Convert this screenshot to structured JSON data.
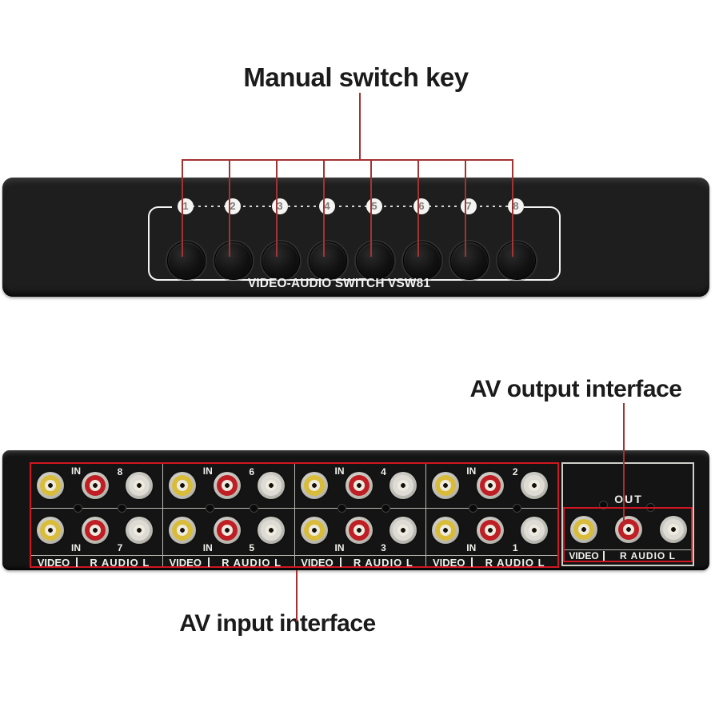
{
  "annotations": {
    "title": "Manual switch key",
    "output_label": "AV output interface",
    "input_label": "AV input interface"
  },
  "front_panel": {
    "model": "VIDEO-AUDIO SWITCH VSW81",
    "keys": [
      "1",
      "2",
      "3",
      "4",
      "5",
      "6",
      "7",
      "8"
    ]
  },
  "rear_panel": {
    "out_label": "OUT",
    "video_label": "VIDEO",
    "audio_label": "R AUDIO L",
    "input_groups": [
      {
        "in_label": "IN",
        "top_number": "8",
        "bottom_number": "7"
      },
      {
        "in_label": "IN",
        "top_number": "6",
        "bottom_number": "5"
      },
      {
        "in_label": "IN",
        "top_number": "4",
        "bottom_number": "3"
      },
      {
        "in_label": "IN",
        "top_number": "2",
        "bottom_number": "1"
      }
    ]
  },
  "colors": {
    "leader_line": "#a43231",
    "highlight_box_red": "#d01622",
    "rca_yellow": "#d9bc3a",
    "rca_red": "#bf1f24",
    "rca_white": "#dddbd3",
    "panel_black": "#1e1e1e"
  }
}
